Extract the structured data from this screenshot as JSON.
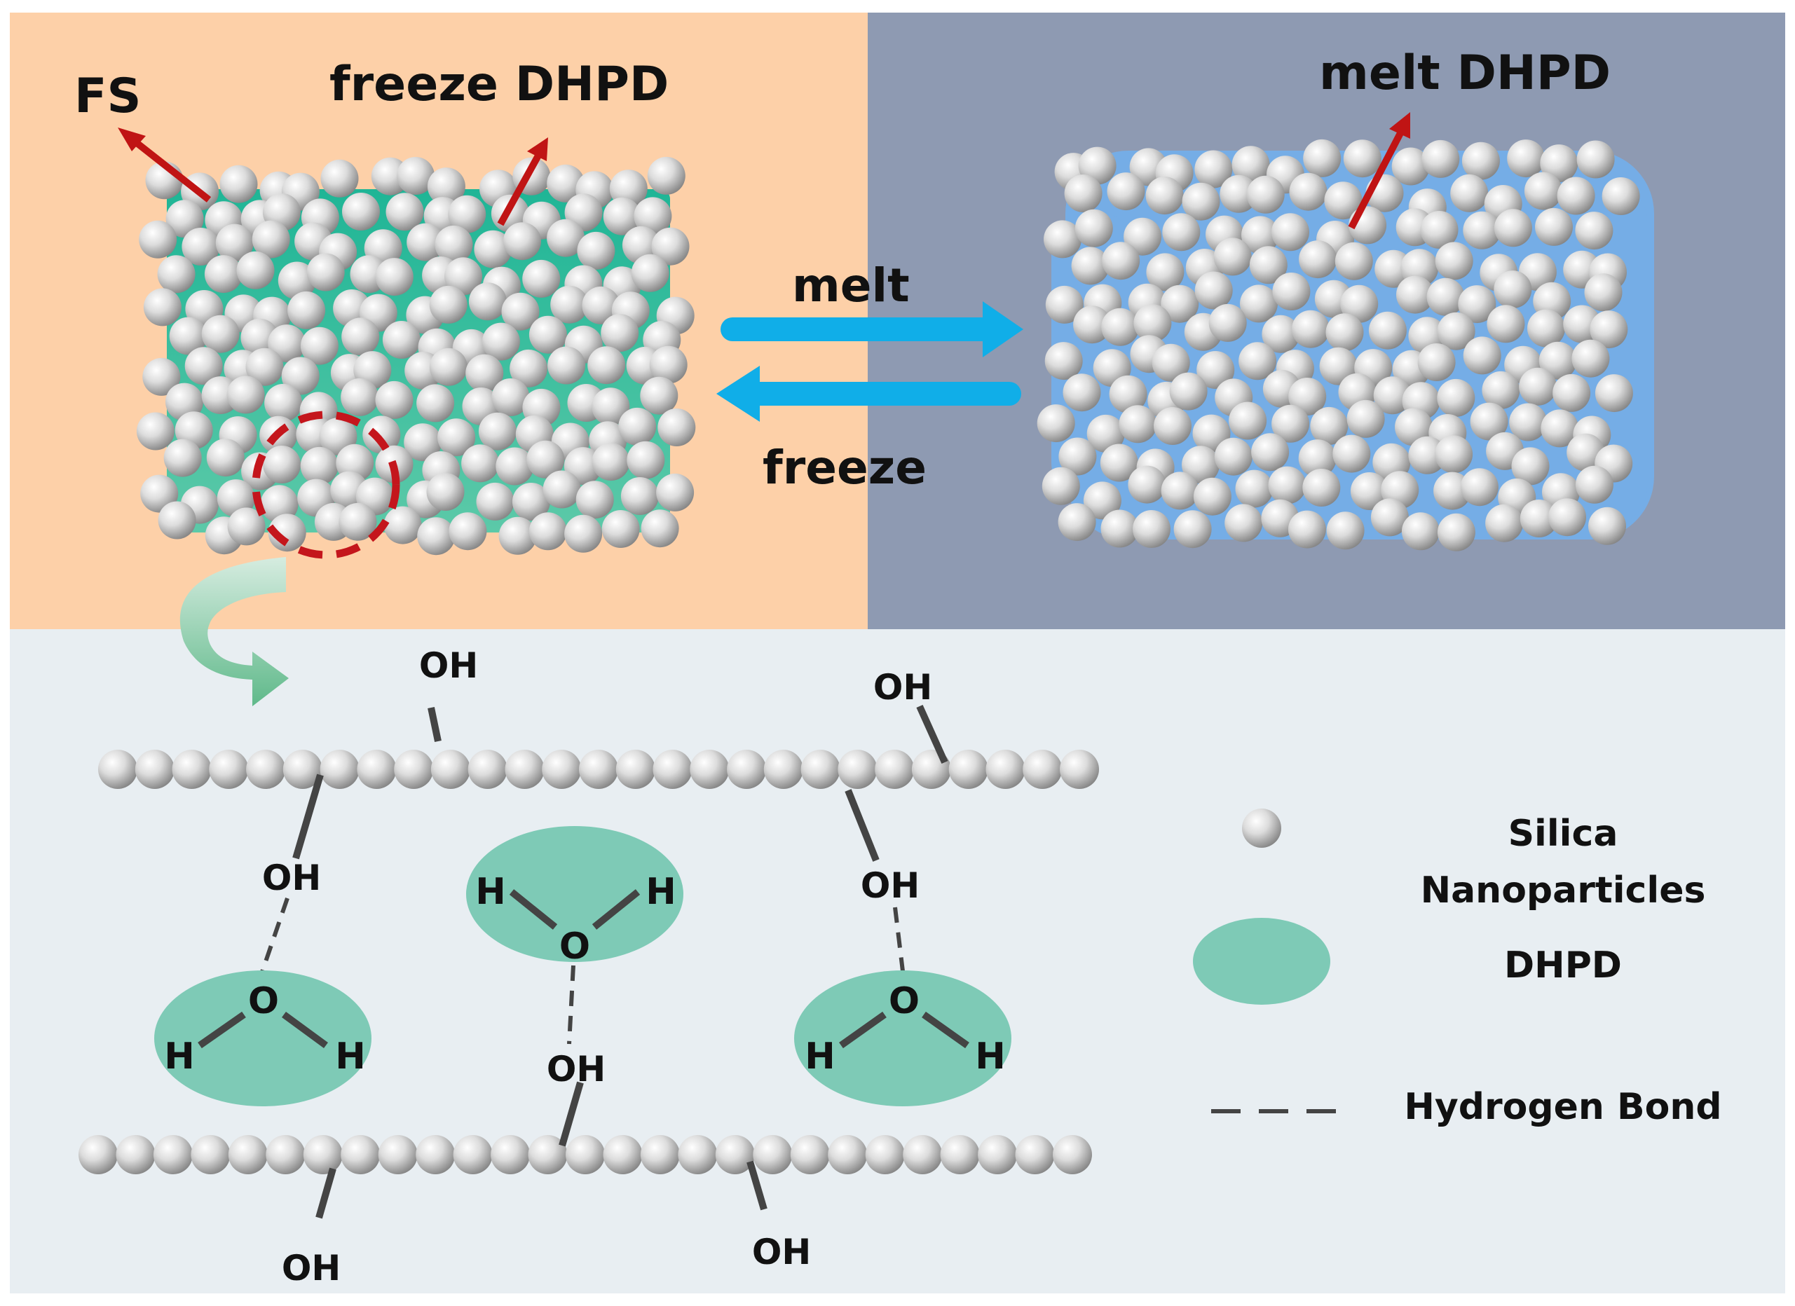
{
  "labels": {
    "fs": "FS",
    "freeze_dhpd": "freeze DHPD",
    "melt_dhpd": "melt DHPD",
    "melt": "melt",
    "freeze": "freeze",
    "oh": "OH",
    "h": "H",
    "o": "O"
  },
  "legend": {
    "silica_line1": "Silica",
    "silica_line2": "Nanoparticles",
    "dhpd": "DHPD",
    "hydrogen_bond": "Hydrogen Bond"
  },
  "colors": {
    "frozen_panel": "#fdd0a8",
    "melted_panel": "#8e9ab2",
    "detail_panel": "#e8eef2",
    "frozen_dhpd": "#1fb596",
    "melted_dhpd": "#75ade6",
    "dhpd_molecule": "#7ecab6",
    "transition_arrow": "#10aee8",
    "pointer_arrow": "#c01414",
    "zoom_circle": "#c4161c",
    "zoom_arrow": "#5fb98a",
    "bond": "#444444"
  }
}
